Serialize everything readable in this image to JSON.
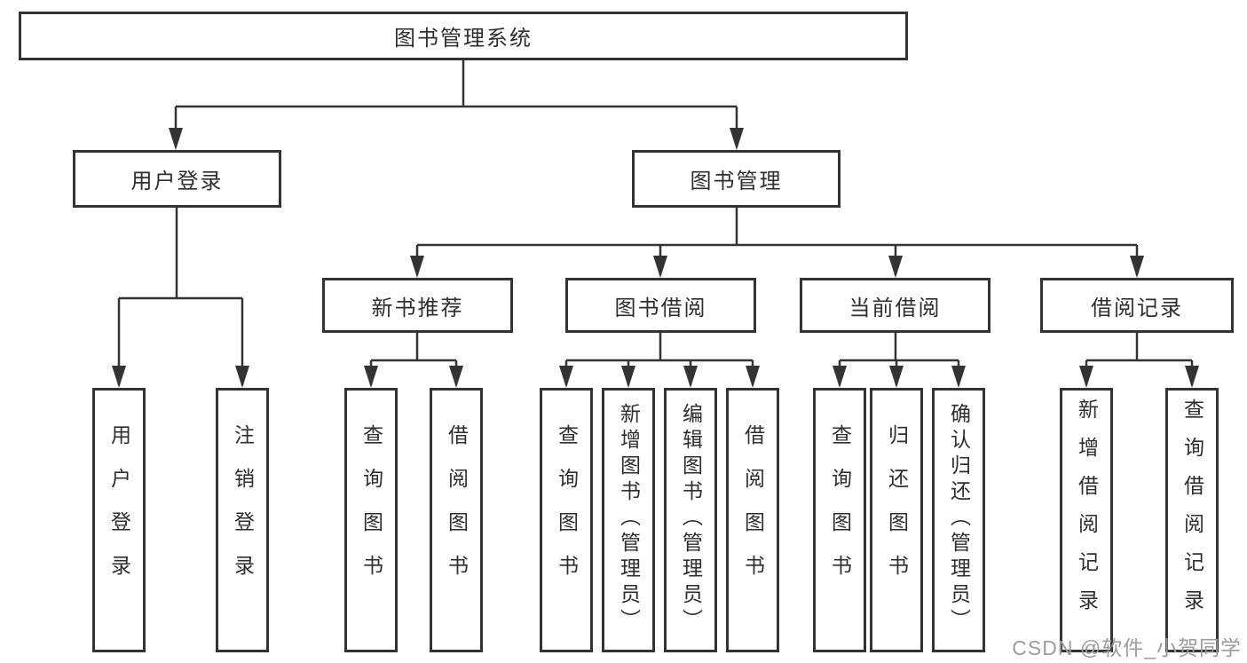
{
  "diagram": {
    "root": {
      "label": "图书管理系统"
    },
    "branches": [
      {
        "label": "用户登录",
        "children": [
          {
            "label": "用户登录"
          },
          {
            "label": "注销登录"
          }
        ]
      },
      {
        "label": "图书管理",
        "children": [
          {
            "label": "新书推荐",
            "children": [
              {
                "label": "查询图书"
              },
              {
                "label": "借阅图书"
              }
            ]
          },
          {
            "label": "图书借阅",
            "children": [
              {
                "label": "查询图书"
              },
              {
                "label": "新增图书（管理员）"
              },
              {
                "label": "编辑图书（管理员）"
              },
              {
                "label": "借阅图书"
              }
            ]
          },
          {
            "label": "当前借阅",
            "children": [
              {
                "label": "查询图书"
              },
              {
                "label": "归还图书"
              },
              {
                "label": "确认归还（管理员）"
              }
            ]
          },
          {
            "label": "借阅记录",
            "children": [
              {
                "label": "新增借阅记录"
              },
              {
                "label": "查询借阅记录"
              }
            ]
          }
        ]
      }
    ]
  },
  "watermark": {
    "text": "CSDN @软件_小贺同学"
  },
  "colors": {
    "line": "#333333",
    "text": "#2e2e2e",
    "watermark": "#9c9c9c",
    "background": "#ffffff"
  }
}
